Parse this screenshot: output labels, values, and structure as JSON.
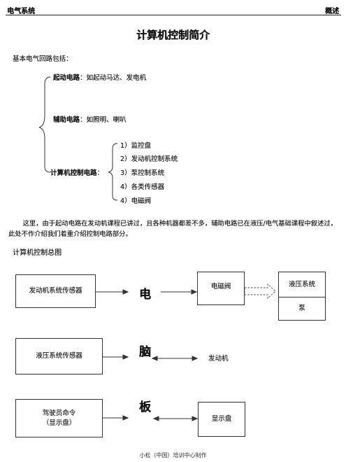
{
  "header": {
    "left": "电气系统",
    "right": "概述"
  },
  "title": "计算机控制简介",
  "intro": "基本电气回路包括：",
  "circuits": [
    {
      "name": "起动电路",
      "desc": "：如起动马达、发电机"
    },
    {
      "name": "辅助电路",
      "desc": "：如照明、喇叭"
    },
    {
      "name": "计算机控制电路",
      "desc": "："
    }
  ],
  "computer_items": [
    "1）监控盘",
    "2）发动机控制系统",
    "3）泵控制系统",
    "4）各类传感器",
    "4）电磁阀"
  ],
  "paragraph": "这里，由于起动电路在发动机课程已讲过，且各种机器都差不多，辅助电路已在液压/电气基础课程中叙述过，此处不作介绍我们着重介绍控制电路部分。",
  "diagram_title": "计算机控制总图",
  "diagram": {
    "engine_sensor": "发动机系统传感器",
    "hydraulic_sensor": "液压系统传感器",
    "driver_cmd": "驾驶员命令",
    "driver_cmd_sub": "（显示盘）",
    "ecu_chars": [
      "电",
      "脑",
      "板"
    ],
    "solenoid": "电磁阀",
    "hydraulic_system": "液压系统",
    "pump": "泵",
    "engine": "发动机",
    "display": "显示盘"
  },
  "footer": "小松（中国）培训中心制作"
}
